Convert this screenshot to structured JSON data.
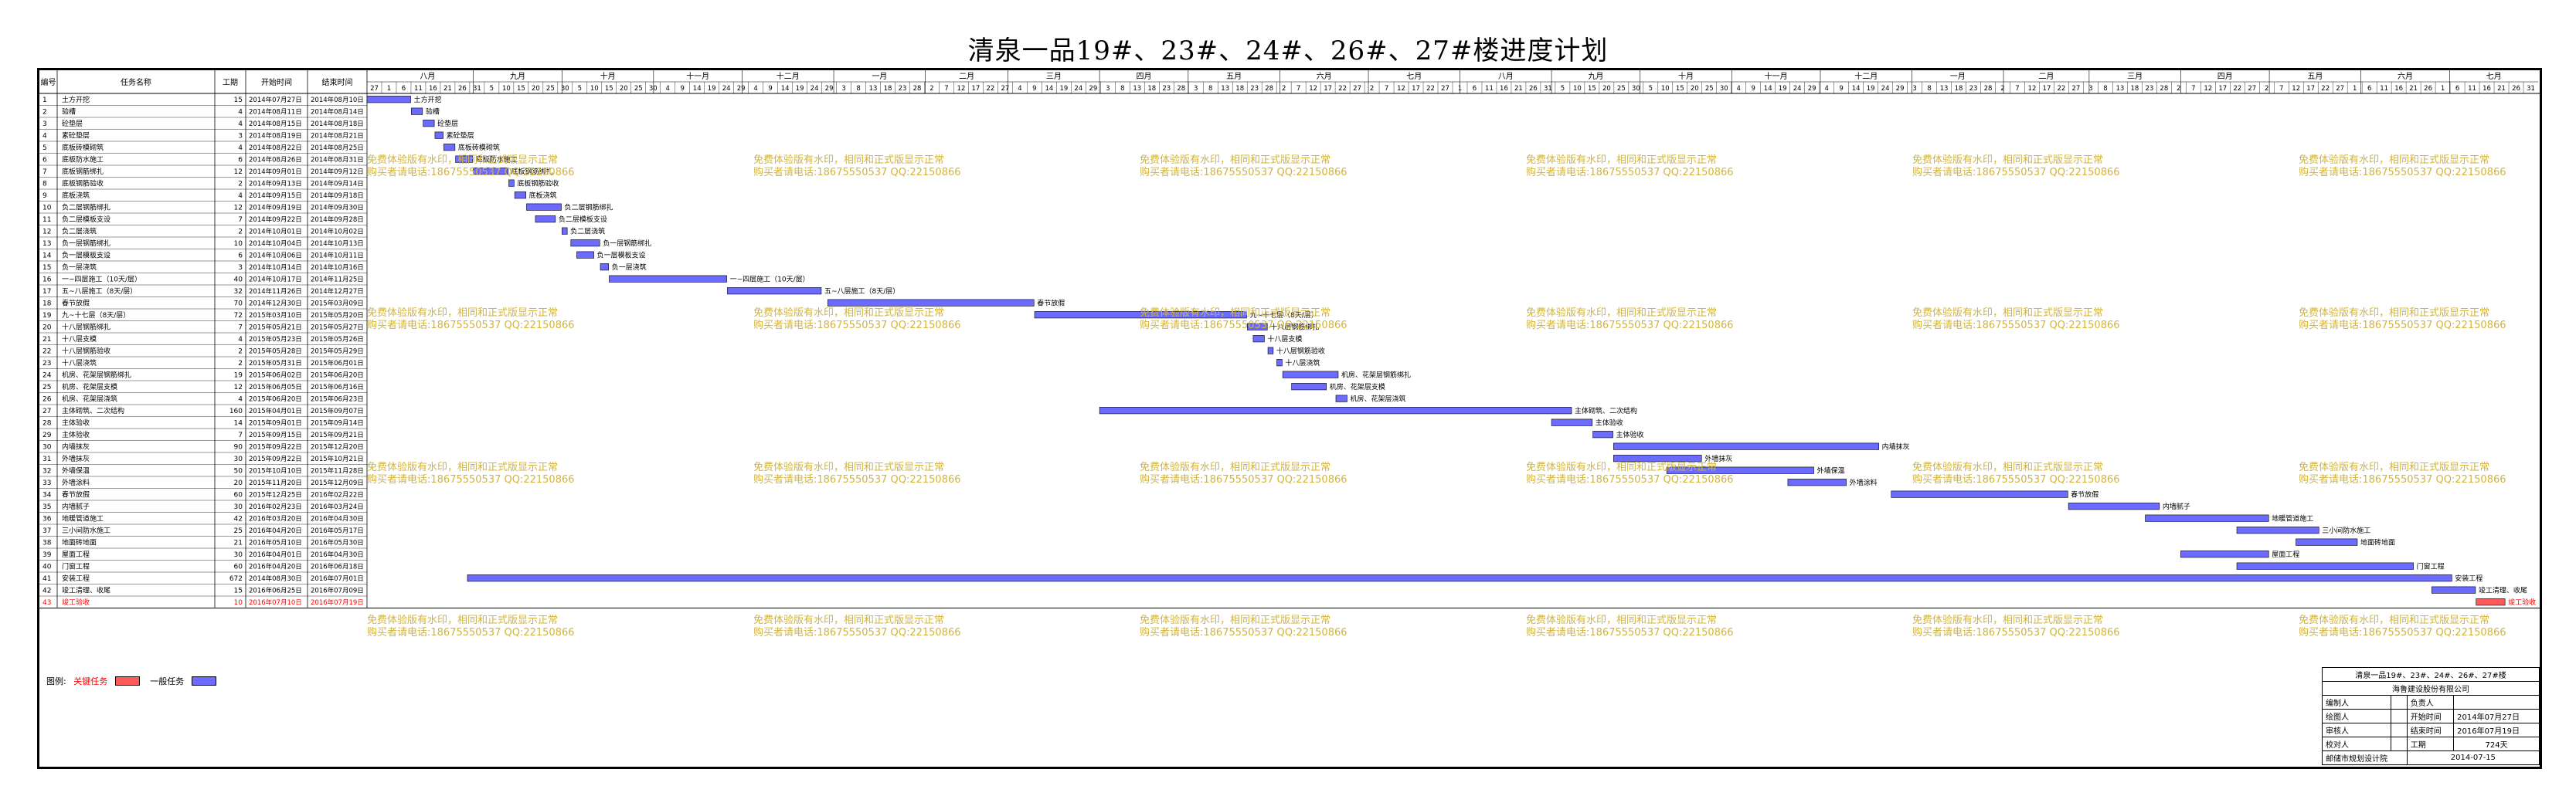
{
  "title": "清泉一品19#、23#、24#、26#、27#楼进度计划",
  "headers": {
    "no": "编号",
    "name": "任务名称",
    "dur": "工期",
    "start": "开始时间",
    "end": "结束时间"
  },
  "months": [
    "八月",
    "九月",
    "十月",
    "十一月",
    "十二月",
    "一月",
    "二月",
    "三月",
    "四月",
    "五月",
    "六月",
    "七月",
    "八月",
    "九月",
    "十月",
    "十一月",
    "十二月",
    "一月",
    "二月",
    "三月",
    "四月",
    "五月",
    "六月",
    "七月"
  ],
  "day_ticks": [
    "27",
    "1",
    "6",
    "11",
    "16",
    "21",
    "26",
    "31",
    "5",
    "10",
    "15",
    "20",
    "25",
    "30",
    "5",
    "10",
    "15",
    "20",
    "25",
    "30",
    "4",
    "9",
    "14",
    "19",
    "24",
    "29",
    "4",
    "9",
    "14",
    "19",
    "24",
    "29",
    "3",
    "8",
    "13",
    "18",
    "23",
    "28",
    "2",
    "7",
    "12",
    "17",
    "22",
    "27",
    "4",
    "9",
    "14",
    "19",
    "24",
    "29",
    "3",
    "8",
    "13",
    "18",
    "23",
    "28",
    "3",
    "8",
    "13",
    "18",
    "23",
    "28",
    "2",
    "7",
    "12",
    "17",
    "22",
    "27",
    "2",
    "7",
    "12",
    "17",
    "22",
    "27",
    "1",
    "6",
    "11",
    "16",
    "21",
    "26",
    "31",
    "5",
    "10",
    "15",
    "20",
    "25",
    "30",
    "5",
    "10",
    "15",
    "20",
    "25",
    "30",
    "4",
    "9",
    "14",
    "19",
    "24",
    "29",
    "4",
    "9",
    "14",
    "19",
    "24",
    "29",
    "3",
    "8",
    "13",
    "18",
    "23",
    "28",
    "2",
    "7",
    "12",
    "17",
    "22",
    "27",
    "3",
    "8",
    "13",
    "18",
    "23",
    "28",
    "2",
    "7",
    "12",
    "17",
    "22",
    "27",
    "2",
    "7",
    "12",
    "17",
    "22",
    "27",
    "1",
    "6",
    "11",
    "16",
    "21",
    "26",
    "1",
    "6",
    "11",
    "16",
    "21",
    "26",
    "31"
  ],
  "timeline": {
    "start": "2014-07-27",
    "end": "2016-07-31"
  },
  "tasks": [
    {
      "no": "1",
      "name": "土方开挖",
      "dur": "15",
      "start": "2014年07月27日",
      "end": "2014年08月10日",
      "s": "2014-07-27",
      "e": "2014-08-10"
    },
    {
      "no": "2",
      "name": "验槽",
      "dur": "4",
      "start": "2014年08月11日",
      "end": "2014年08月14日",
      "s": "2014-08-11",
      "e": "2014-08-14"
    },
    {
      "no": "3",
      "name": "砼垫层",
      "dur": "4",
      "start": "2014年08月15日",
      "end": "2014年08月18日",
      "s": "2014-08-15",
      "e": "2014-08-18"
    },
    {
      "no": "4",
      "name": "素砼垫层",
      "dur": "3",
      "start": "2014年08月19日",
      "end": "2014年08月21日",
      "s": "2014-08-19",
      "e": "2014-08-21"
    },
    {
      "no": "5",
      "name": "底板砖模砌筑",
      "dur": "4",
      "start": "2014年08月22日",
      "end": "2014年08月25日",
      "s": "2014-08-22",
      "e": "2014-08-25"
    },
    {
      "no": "6",
      "name": "底板防水施工",
      "dur": "6",
      "start": "2014年08月26日",
      "end": "2014年08月31日",
      "s": "2014-08-26",
      "e": "2014-08-31"
    },
    {
      "no": "7",
      "name": "底板钢筋绑扎",
      "dur": "12",
      "start": "2014年09月01日",
      "end": "2014年09月12日",
      "s": "2014-09-01",
      "e": "2014-09-12"
    },
    {
      "no": "8",
      "name": "底板钢筋验收",
      "dur": "2",
      "start": "2014年09月13日",
      "end": "2014年09月14日",
      "s": "2014-09-13",
      "e": "2014-09-14"
    },
    {
      "no": "9",
      "name": "底板浇筑",
      "dur": "4",
      "start": "2014年09月15日",
      "end": "2014年09月18日",
      "s": "2014-09-15",
      "e": "2014-09-18"
    },
    {
      "no": "10",
      "name": "负二层钢筋绑扎",
      "dur": "12",
      "start": "2014年09月19日",
      "end": "2014年09月30日",
      "s": "2014-09-19",
      "e": "2014-09-30"
    },
    {
      "no": "11",
      "name": "负二层模板支设",
      "dur": "7",
      "start": "2014年09月22日",
      "end": "2014年09月28日",
      "s": "2014-09-22",
      "e": "2014-09-28"
    },
    {
      "no": "12",
      "name": "负二层浇筑",
      "dur": "2",
      "start": "2014年10月01日",
      "end": "2014年10月02日",
      "s": "2014-10-01",
      "e": "2014-10-02"
    },
    {
      "no": "13",
      "name": "负一层钢筋绑扎",
      "dur": "10",
      "start": "2014年10月04日",
      "end": "2014年10月13日",
      "s": "2014-10-04",
      "e": "2014-10-13"
    },
    {
      "no": "14",
      "name": "负一层模板支设",
      "dur": "6",
      "start": "2014年10月06日",
      "end": "2014年10月11日",
      "s": "2014-10-06",
      "e": "2014-10-11"
    },
    {
      "no": "15",
      "name": "负一层浇筑",
      "dur": "3",
      "start": "2014年10月14日",
      "end": "2014年10月16日",
      "s": "2014-10-14",
      "e": "2014-10-16"
    },
    {
      "no": "16",
      "name": "一~四层施工（10天/层）",
      "dur": "40",
      "start": "2014年10月17日",
      "end": "2014年11月25日",
      "s": "2014-10-17",
      "e": "2014-11-25"
    },
    {
      "no": "17",
      "name": "五~八层施工（8天/层）",
      "dur": "32",
      "start": "2014年11月26日",
      "end": "2014年12月27日",
      "s": "2014-11-26",
      "e": "2014-12-27"
    },
    {
      "no": "18",
      "name": "春节放假",
      "dur": "70",
      "start": "2014年12月30日",
      "end": "2015年03月09日",
      "s": "2014-12-30",
      "e": "2015-03-09"
    },
    {
      "no": "19",
      "name": "九~十七层（8天/层）",
      "dur": "72",
      "start": "2015年03月10日",
      "end": "2015年05月20日",
      "s": "2015-03-10",
      "e": "2015-05-20"
    },
    {
      "no": "20",
      "name": "十八层钢筋绑扎",
      "dur": "7",
      "start": "2015年05月21日",
      "end": "2015年05月27日",
      "s": "2015-05-21",
      "e": "2015-05-27"
    },
    {
      "no": "21",
      "name": "十八层支模",
      "dur": "4",
      "start": "2015年05月23日",
      "end": "2015年05月26日",
      "s": "2015-05-23",
      "e": "2015-05-26"
    },
    {
      "no": "22",
      "name": "十八层钢筋验收",
      "dur": "2",
      "start": "2015年05月28日",
      "end": "2015年05月29日",
      "s": "2015-05-28",
      "e": "2015-05-29"
    },
    {
      "no": "23",
      "name": "十八层浇筑",
      "dur": "2",
      "start": "2015年05月31日",
      "end": "2015年06月01日",
      "s": "2015-05-31",
      "e": "2015-06-01"
    },
    {
      "no": "24",
      "name": "机房、花架层钢筋绑扎",
      "dur": "19",
      "start": "2015年06月02日",
      "end": "2015年06月20日",
      "s": "2015-06-02",
      "e": "2015-06-20"
    },
    {
      "no": "25",
      "name": "机房、花架层支模",
      "dur": "12",
      "start": "2015年06月05日",
      "end": "2015年06月16日",
      "s": "2015-06-05",
      "e": "2015-06-16"
    },
    {
      "no": "26",
      "name": "机房、花架层浇筑",
      "dur": "4",
      "start": "2015年06月20日",
      "end": "2015年06月23日",
      "s": "2015-06-20",
      "e": "2015-06-23"
    },
    {
      "no": "27",
      "name": "主体砌筑、二次结构",
      "dur": "160",
      "start": "2015年04月01日",
      "end": "2015年09月07日",
      "s": "2015-04-01",
      "e": "2015-09-07"
    },
    {
      "no": "28",
      "name": "主体验收",
      "dur": "14",
      "start": "2015年09月01日",
      "end": "2015年09月14日",
      "s": "2015-09-01",
      "e": "2015-09-14"
    },
    {
      "no": "29",
      "name": "主体验收",
      "dur": "7",
      "start": "2015年09月15日",
      "end": "2015年09月21日",
      "s": "2015-09-15",
      "e": "2015-09-21"
    },
    {
      "no": "30",
      "name": "内墙抹灰",
      "dur": "90",
      "start": "2015年09月22日",
      "end": "2015年12月20日",
      "s": "2015-09-22",
      "e": "2015-12-20"
    },
    {
      "no": "31",
      "name": "外墙抹灰",
      "dur": "30",
      "start": "2015年09月22日",
      "end": "2015年10月21日",
      "s": "2015-09-22",
      "e": "2015-10-21"
    },
    {
      "no": "32",
      "name": "外墙保温",
      "dur": "50",
      "start": "2015年10月10日",
      "end": "2015年11月28日",
      "s": "2015-10-10",
      "e": "2015-11-28"
    },
    {
      "no": "33",
      "name": "外墙涂料",
      "dur": "20",
      "start": "2015年11月20日",
      "end": "2015年12月09日",
      "s": "2015-11-20",
      "e": "2015-12-09"
    },
    {
      "no": "34",
      "name": "春节放假",
      "dur": "60",
      "start": "2015年12月25日",
      "end": "2016年02月22日",
      "s": "2015-12-25",
      "e": "2016-02-22"
    },
    {
      "no": "35",
      "name": "内墙腻子",
      "dur": "30",
      "start": "2016年02月23日",
      "end": "2016年03月24日",
      "s": "2016-02-23",
      "e": "2016-03-24"
    },
    {
      "no": "36",
      "name": "地暖管道施工",
      "dur": "42",
      "start": "2016年03月20日",
      "end": "2016年04月30日",
      "s": "2016-03-20",
      "e": "2016-04-30"
    },
    {
      "no": "37",
      "name": "三小间防水施工",
      "dur": "25",
      "start": "2016年04月20日",
      "end": "2016年05月17日",
      "s": "2016-04-20",
      "e": "2016-05-17"
    },
    {
      "no": "38",
      "name": "地面砖地面",
      "dur": "21",
      "start": "2016年05月10日",
      "end": "2016年05月30日",
      "s": "2016-05-10",
      "e": "2016-05-30"
    },
    {
      "no": "39",
      "name": "屋面工程",
      "dur": "30",
      "start": "2016年04月01日",
      "end": "2016年04月30日",
      "s": "2016-04-01",
      "e": "2016-04-30"
    },
    {
      "no": "40",
      "name": "门窗工程",
      "dur": "60",
      "start": "2016年04月20日",
      "end": "2016年06月18日",
      "s": "2016-04-20",
      "e": "2016-06-18"
    },
    {
      "no": "41",
      "name": "安装工程",
      "dur": "672",
      "start": "2014年08月30日",
      "end": "2016年07月01日",
      "s": "2014-08-30",
      "e": "2016-07-01"
    },
    {
      "no": "42",
      "name": "竣工清理、收尾",
      "dur": "15",
      "start": "2016年06月25日",
      "end": "2016年07月09日",
      "s": "2016-06-25",
      "e": "2016-07-09"
    },
    {
      "no": "43",
      "name": "竣工验收",
      "dur": "10",
      "start": "2016年07月10日",
      "end": "2016年07月19日",
      "s": "2016-07-10",
      "e": "2016-07-19",
      "critical": true
    }
  ],
  "watermark": {
    "line1": "免费体验版有水印，相同和正式版显示正常",
    "line2": "购买者请电话:18675550537 QQ:22150866"
  },
  "legend": {
    "label": "图例:",
    "critical": "关键任务",
    "normal": "一般任务",
    "critical_color": "#ff5a5a",
    "normal_color": "#6b6bff"
  },
  "colors": {
    "bar": "#6b6bff",
    "bar_critical": "#ff5a5a",
    "label_critical": "#ff0000",
    "watermark": "#d2b43c"
  },
  "info": {
    "company_line1": "清泉一品19#、23#、24#、26#、27#楼",
    "company_line2": "海鲁建设股份有限公司",
    "r1": [
      "编制人",
      "",
      "负责人",
      ""
    ],
    "r2": [
      "绘图人",
      "",
      "开始时间",
      "2014年07月27日"
    ],
    "r3": [
      "审核人",
      "",
      "结束时间",
      "2016年07月19日"
    ],
    "r4": [
      "校对人",
      "",
      "工期",
      "724天"
    ],
    "r5": [
      "邮储市规划设计院",
      "",
      "2014-07-15",
      ""
    ]
  }
}
